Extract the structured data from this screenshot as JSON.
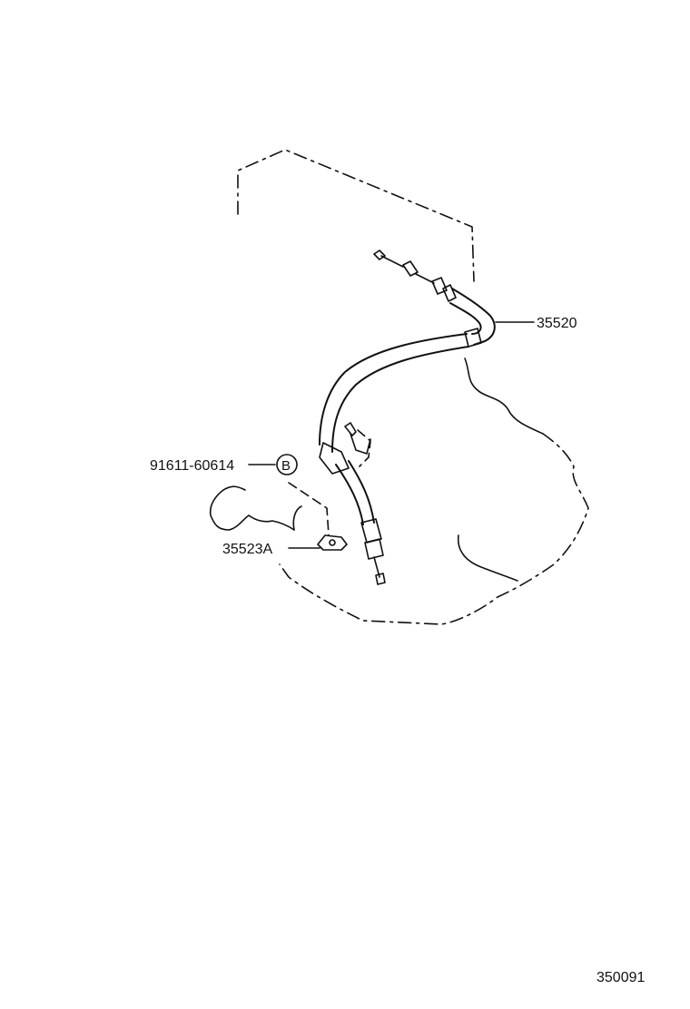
{
  "parts": {
    "cable": "35520",
    "bolt": "91611-60614",
    "bolt_marker": "B",
    "clamp": "35523A"
  },
  "illustration_code": "350091"
}
